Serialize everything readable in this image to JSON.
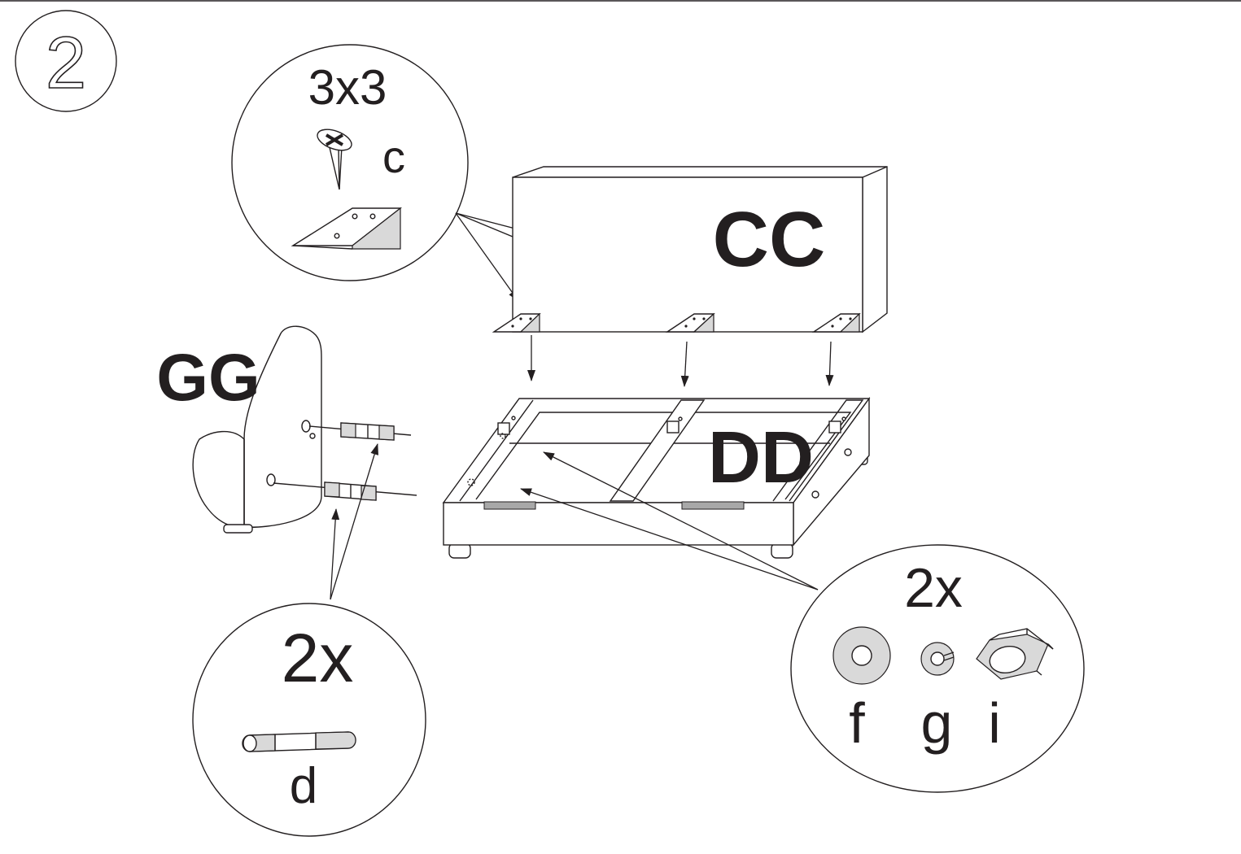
{
  "step": {
    "number": "2"
  },
  "parts": {
    "backrest": "CC",
    "base": "DD",
    "armrest": "GG"
  },
  "callouts": {
    "brackets": {
      "quantity": "3x3",
      "screw_label": "c"
    },
    "dowels": {
      "quantity": "2x",
      "label": "d"
    },
    "fasteners": {
      "quantity": "2x",
      "washer_label": "f",
      "spring_washer_label": "g",
      "nut_label": "i"
    }
  }
}
